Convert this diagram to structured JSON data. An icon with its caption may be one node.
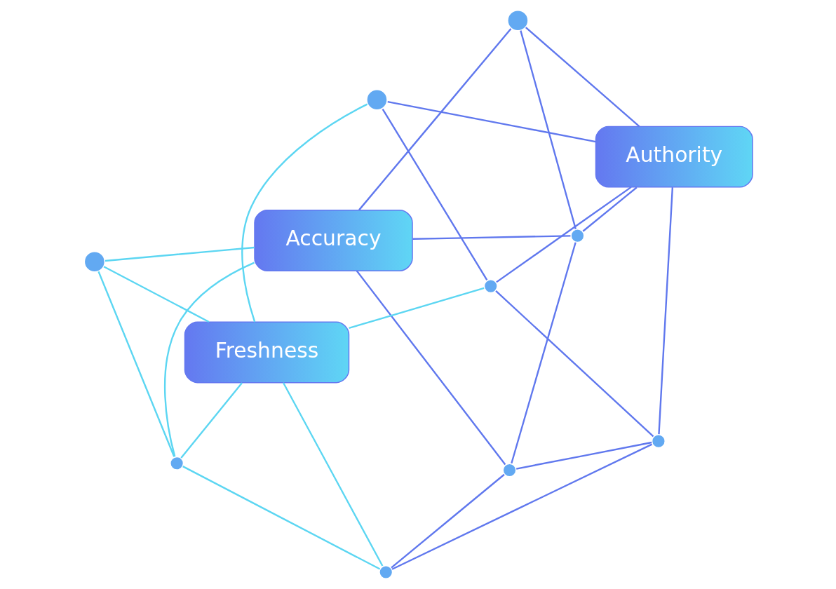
{
  "diagram": {
    "nodes": [
      {
        "text": [
          "Accuracy"
        ]
      },
      {
        "text": [
          "Authority"
        ]
      },
      {
        "text": [
          "Freshness"
        ]
      },
      {
        "text": [],
        "shape": "circle"
      },
      {
        "text": [],
        "shape": "circle"
      },
      {
        "text": [],
        "shape": "circle"
      },
      {
        "text": [],
        "shape": "circle"
      },
      {
        "text": [],
        "shape": "circle"
      },
      {
        "text": [],
        "shape": "circle"
      },
      {
        "text": [],
        "shape": "circle"
      },
      {
        "text": [],
        "shape": "circle"
      },
      {
        "text": [],
        "shape": "circle"
      }
    ],
    "edges": [
      {
        "from": 0,
        "to": 4,
        "arrow": "none"
      },
      {
        "from": 4,
        "to": 1,
        "arrow": "none"
      },
      {
        "from": 0,
        "to": 10,
        "arrow": "none"
      },
      {
        "from": 10,
        "to": 1,
        "arrow": "none"
      },
      {
        "from": 4,
        "to": 10,
        "arrow": "none"
      },
      {
        "from": 10,
        "to": 8,
        "arrow": "none"
      },
      {
        "from": 8,
        "to": 7,
        "arrow": "none"
      },
      {
        "from": 7,
        "to": 2,
        "arrow": "none",
        "color": "#5cd6f2"
      },
      {
        "from": 0,
        "to": 3,
        "arrow": "none",
        "color": "#5cd6f2"
      },
      {
        "from": 0,
        "to": 6,
        "arrow": "none",
        "color": "#5cd6f2"
      },
      {
        "from": 6,
        "to": 2,
        "arrow": "none",
        "color": "#5cd6f2"
      },
      {
        "from": 0,
        "to": 8,
        "arrow": "none"
      },
      {
        "from": 8,
        "to": 9,
        "arrow": "none"
      },
      {
        "from": 9,
        "to": 11,
        "arrow": "none"
      },
      {
        "from": 11,
        "to": 5,
        "arrow": "none"
      },
      {
        "from": 3,
        "to": 6,
        "arrow": "none",
        "color": "#5cd6f2"
      },
      {
        "from": 6,
        "to": 7,
        "arrow": "none",
        "color": "#5cd6f2"
      },
      {
        "from": 7,
        "to": 9,
        "arrow": "none"
      },
      {
        "from": 9,
        "to": 1,
        "arrow": "none"
      },
      {
        "from": 3,
        "to": 2,
        "arrow": "none",
        "color": "#5cd6f2"
      },
      {
        "from": 2,
        "to": 11,
        "arrow": "none",
        "color": "#5cd6f2"
      },
      {
        "from": 11,
        "to": 1,
        "arrow": "none"
      },
      {
        "from": 2,
        "to": 5,
        "arrow": "none",
        "color": "#5cd6f2"
      },
      {
        "from": 1,
        "to": 5,
        "arrow": "none"
      }
    ]
  }
}
